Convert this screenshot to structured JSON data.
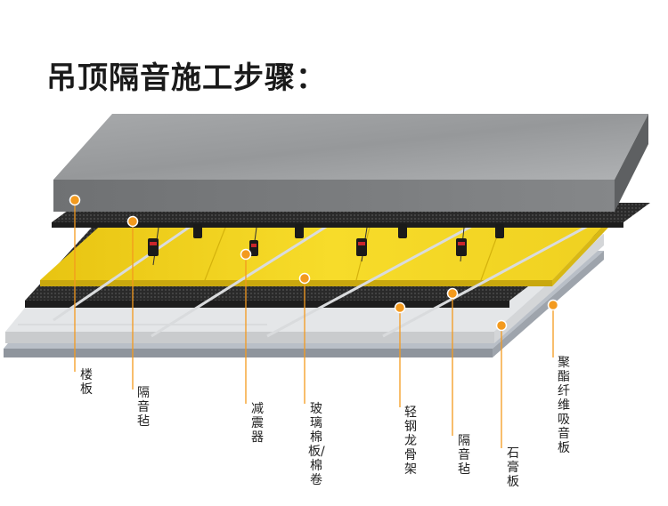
{
  "title": "吊顶隔音施工步骤：",
  "labels": {
    "floor_slab": "楼板",
    "felt_top": "隔音毡",
    "damper": "减震器",
    "glass_wool": "玻璃棉板/棉卷",
    "keel": "轻钢龙骨架",
    "felt_bottom": "隔音毡",
    "gypsum": "石膏板",
    "polyester_board": "聚酯纤维吸音板"
  },
  "colors": {
    "leader": "#f39a1e",
    "glass_wool": "#f2d21a",
    "concrete": "#8f9193"
  }
}
